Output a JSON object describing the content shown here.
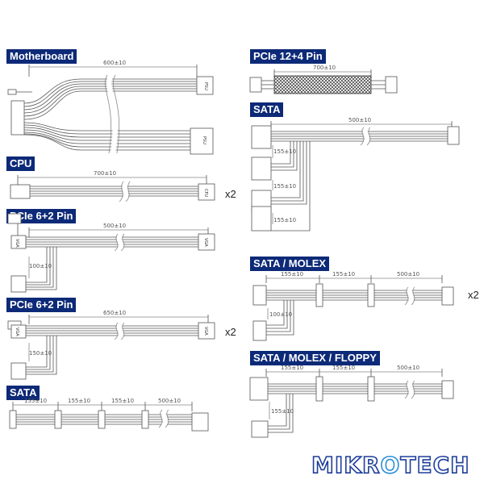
{
  "colors": {
    "label_bg": "#0d2a78",
    "line": "#555555",
    "logo_blue": "#1e3e9a",
    "logo_accent": "#2c8fd6"
  },
  "sections": {
    "motherboard": {
      "title": "Motherboard",
      "length": "600±10",
      "conn": "PSU"
    },
    "cpu": {
      "title": "CPU",
      "length": "700±10",
      "conn": "CPU",
      "multiplier": "x2"
    },
    "pcie1": {
      "title": "PCIe 6+2 Pin",
      "length": "500±10",
      "branch": "100±10",
      "conn": "VGA"
    },
    "pcie2": {
      "title": "PCIe 6+2 Pin",
      "length": "650±10",
      "branch": "150±10",
      "conn": "VGA",
      "multiplier": "x2"
    },
    "sata_left": {
      "title": "SATA",
      "segments": [
        "155±10",
        "155±10",
        "155±10",
        "500±10"
      ]
    },
    "pcie12": {
      "title": "PCIe 12+4 Pin",
      "length": "700±10"
    },
    "sata_right": {
      "title": "SATA",
      "length": "500±10",
      "branches": [
        "155±10",
        "155±10",
        "155±10"
      ]
    },
    "sata_molex": {
      "title": "SATA / MOLEX",
      "segments": [
        "155±10",
        "155±10",
        "500±10"
      ],
      "branch": "100±10",
      "multiplier": "x2"
    },
    "sata_molex_floppy": {
      "title": "SATA / MOLEX / FLOPPY",
      "segments": [
        "155±10",
        "155±10",
        "500±10"
      ],
      "branch": "155±10"
    }
  },
  "logo": {
    "part1": "MIKR",
    "part2": "O",
    "part3": "TECH"
  }
}
